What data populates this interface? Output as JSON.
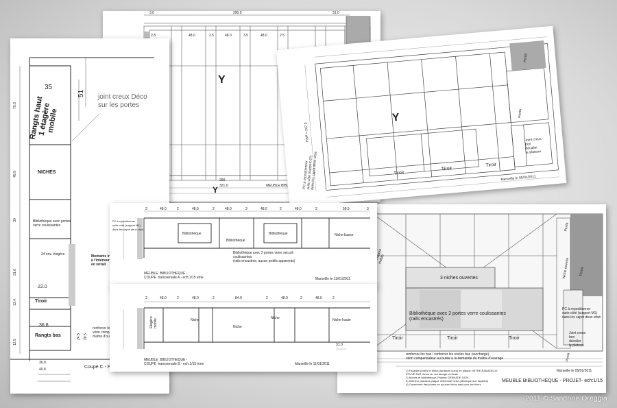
{
  "sheet_left": {
    "label_35": "35",
    "label_51": "51",
    "joint_note": "joint creux Déco\nsur les portes",
    "rangts_haut": "Rangts haut\n1 étagère\nmobile",
    "niches": "NICHES",
    "bibliotheque_portes": "Bibliothèque avec portes\nverre coulissantes",
    "montants": "Montants in\nà l'intérieur\nen retrait",
    "etagere_34": "34 env. étagère",
    "dim_22": "22.0",
    "tiroir": "Tiroir",
    "dim_368": "36.8",
    "rangts_bas": "Rangts bas",
    "dim_368b": "36.8",
    "dim_408": "40.8",
    "dim_24_5": "24.5",
    "dim_28_5": "28.5",
    "coupe_c": "Coupe C - F",
    "renforcer": "renforcer les bas\nvérin compe\nmaître d'ouvr",
    "side_dims": [
      "70.3",
      "45.5",
      "30",
      "31.6",
      "13.4",
      "12.5"
    ]
  },
  "sheet_top": {
    "dims_top": [
      "3.0",
      "290.0",
      "31.0"
    ],
    "dims_row": [
      "2.8",
      "48.0",
      "2.5",
      "48.0",
      "3.5",
      "48.0",
      "2.5"
    ],
    "dim_290": "290",
    "dim_3210": "321.0",
    "title": "MEUBLE BIBLIO"
  },
  "sheet_perspective": {
    "tiroir": [
      "Tiroir",
      "Tiroir",
      "Tiroir"
    ],
    "penta": [
      "Penta",
      "Penta"
    ],
    "joint_creux": "Joint creux\nbon\ndécaller\nle plateau",
    "hsp": "HSP = 247.3",
    "note_pc": "PC à repositionner\nsuite côté (support 6?)\ndans les capot deux vitsé",
    "footer": "Marseille le 05/01/2011"
  },
  "sheet_a": {
    "dims": [
      "2",
      "48.0",
      "2",
      "48.0",
      "2",
      "48.0",
      "3",
      "48.0",
      "2",
      "48.0",
      "2",
      "59.5",
      "3"
    ],
    "bibliotheque_1": "Bibliothèque",
    "bibliotheque_2": "Bibliothèque",
    "bibliotheque_3": "Bibliothèque",
    "niche_basse": "Niche basse",
    "portes_verre": "Bibliothèque avec 2 portes verre securit\ncoulissantes\n(rails encastrés, aucun profils apparents)",
    "title": "MEUBLE  BIBLIOTHEQUE -\nCOUPE  transversale A - ech:1/15 ème",
    "date": "Marseille le 11/01/2011",
    "note_pc": "PC à repositionner\nsuite côté (support M1)\ndans les capot deux vitsé"
  },
  "sheet_b": {
    "dims": [
      "2",
      "48.0",
      "2",
      "48.0",
      "2",
      "84.0",
      "2",
      "48.0",
      "2",
      "48.0",
      "2"
    ],
    "etagere_mobile": "Etagère\nmobile",
    "niche_1": "Niche",
    "niche_2": "Niche",
    "niche_3": "Niche",
    "niche_haute": "Niche haute",
    "dim_31": "31.0",
    "title": "MEUBLE  BIBLIOTHEQUE -\nCOUPE  transversale B - ech:1/15 ème",
    "date": "Marseille le 11/01/2011"
  },
  "sheet_right": {
    "trois_niches": "3 niches ouvertes",
    "bibliotheque": "Bibliothèque avec 2 portes verre coulissantes\n(rails encastrés)",
    "tiroir": [
      "Tiroir",
      "Tiroir",
      "Tiroir"
    ],
    "penta": [
      "Penta",
      "Penta",
      "Penta"
    ],
    "etagere_mobile": "1 étagère\nmobile",
    "niche_ouverte": "Niche ouverte",
    "joint_creux": "Joint creux\nbon\ndécaller\nle plateau",
    "pc_note": "PC à repositionner\nsuite côté (support M1)\ndans les capot deux vitsé",
    "notes": "1) Façades portes et tiroirs (surfaces vues) en plaqué HETRE RAMAGEUX\nÉTUVÉ MAT, fleurs du vernissage verticale.\n2) Niches et bibliothèque, Polyrey GRENADE G024\n3) Intérieur placards plaqué mélaminé hêtre (identique aux façades)\n4) Ouvertures des portes en pousse-lâche sauf pour les tiroirs",
    "renfort_note": "renforcer les bas / renforcer les socles bas (surcharge)\nvérin compensateur au butée à la demande du maître d'ouvrage",
    "date": "Marseille le 05/01/2011",
    "title": "MEUBLE  BIBLIOTHEQUE - PROJET- ech:1/15"
  },
  "credit": "2011 © Sandrine Oreggia"
}
